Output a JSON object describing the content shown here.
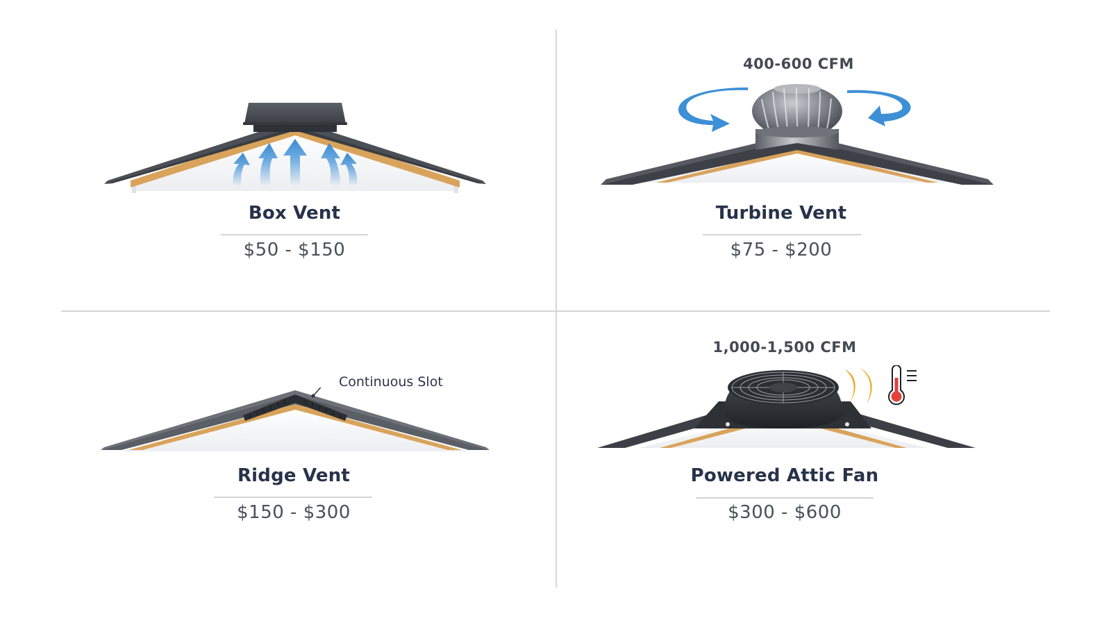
{
  "vents": [
    {
      "name": "Box Vent",
      "price_range": "$50 - $150",
      "illustration": "box-vent-on-roof-with-rising-airflow-arrows"
    },
    {
      "name": "Turbine Vent",
      "price_range": "$75 - $200",
      "airflow": "400-600 CFM",
      "illustration": "spinning-turbine-vent-with-rotation-arrows"
    },
    {
      "name": "Ridge Vent",
      "price_range": "$150 - $300",
      "callout": "Continuous Slot",
      "illustration": "ridge-vent-along-roof-peak"
    },
    {
      "name": "Powered Attic Fan",
      "price_range": "$300 - $600",
      "airflow": "1,000-1,500 CFM",
      "illustration": "powered-fan-with-heat-waves-and-thermometer"
    }
  ],
  "colors": {
    "title": "#27324a",
    "price": "#4a4f58",
    "airflow_arrow": "#3d8fd6",
    "heat_wave": "#e8ad2c",
    "thermometer": "#e2413b",
    "roof_shingle": "#3a3d42",
    "roof_wood": "#d9a35c",
    "divider": "#d4d4d6"
  }
}
